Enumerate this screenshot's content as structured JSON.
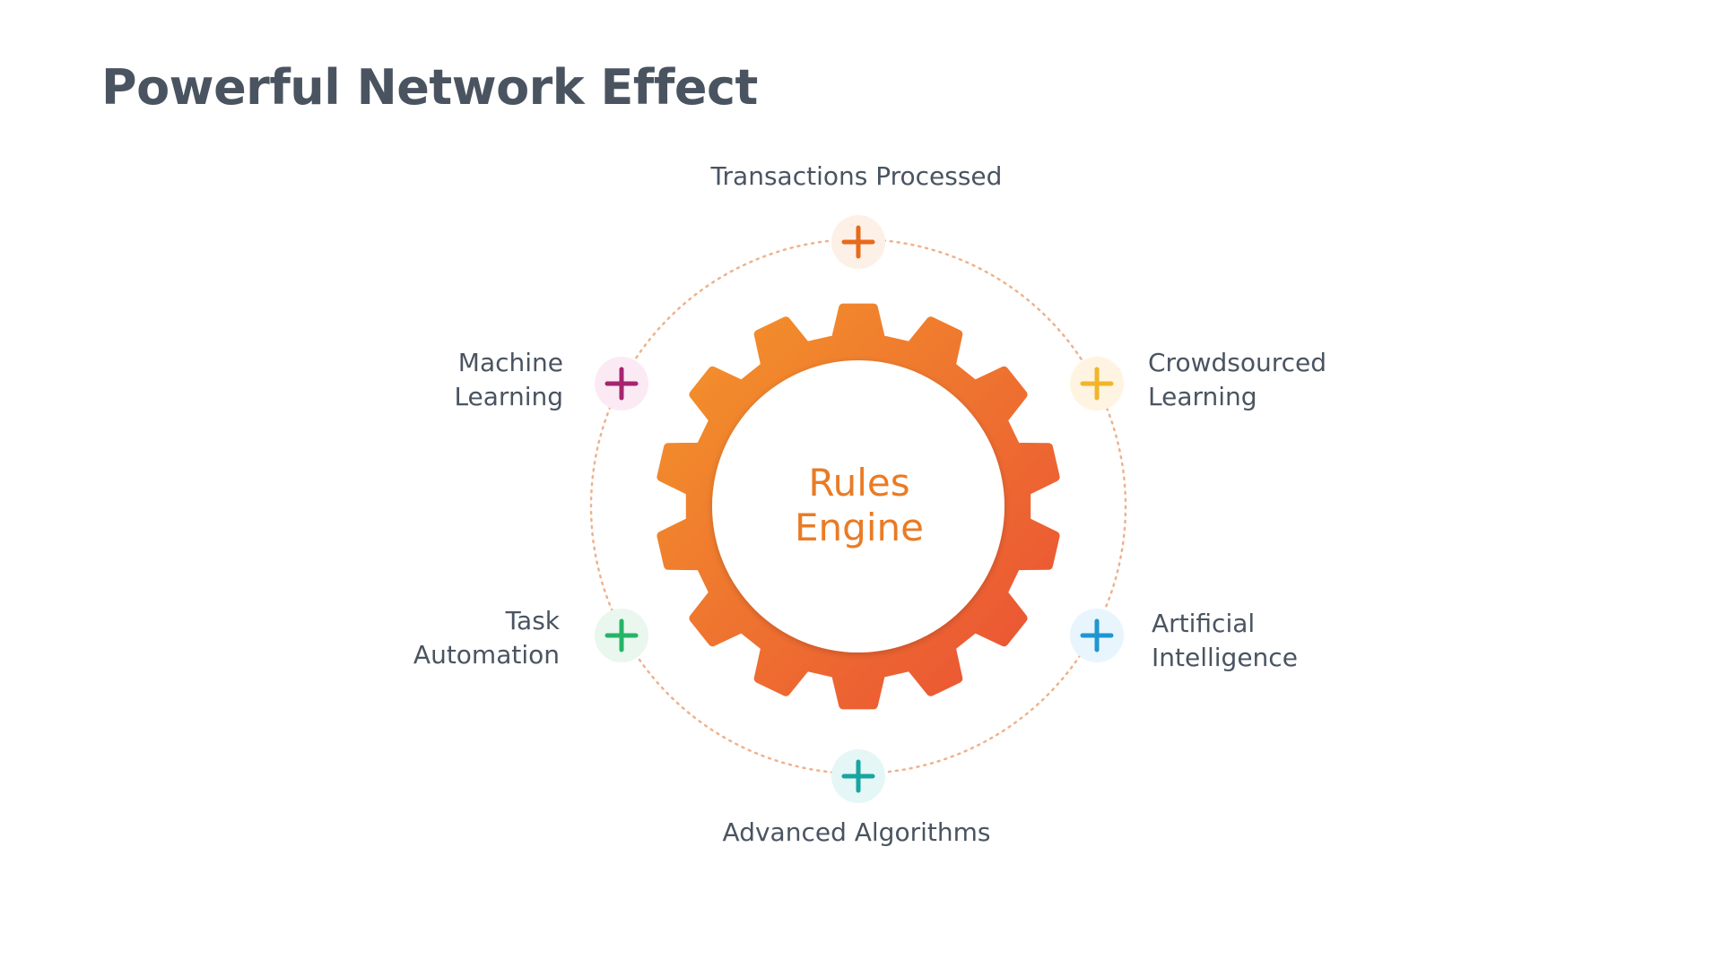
{
  "title": "Powerful Network Effect",
  "center": {
    "line1": "Rules",
    "line2": "Engine"
  },
  "nodes": {
    "top": {
      "lines": [
        "Transactions Processed"
      ],
      "icon": "plus-icon",
      "color": "#e86a1c",
      "bg": "#fdf0e6"
    },
    "right_upper": {
      "lines": [
        "Crowdsourced",
        "Learning"
      ],
      "icon": "plus-icon",
      "color": "#f2b42b",
      "bg": "#fef4e1"
    },
    "right_lower": {
      "lines": [
        "Artificial",
        "Intelligence"
      ],
      "icon": "plus-icon",
      "color": "#1f96d1",
      "bg": "#e8f5fc"
    },
    "bottom": {
      "lines": [
        "Advanced Algorithms"
      ],
      "icon": "plus-icon",
      "color": "#18a5a2",
      "bg": "#e5f6f6"
    },
    "left_lower": {
      "lines": [
        "Task",
        "Automation"
      ],
      "icon": "plus-icon",
      "color": "#26b466",
      "bg": "#e9f7ef"
    },
    "left_upper": {
      "lines": [
        "Machine",
        "Learning"
      ],
      "icon": "plus-icon",
      "color": "#a5256f",
      "bg": "#fbeaf4"
    }
  },
  "colors": {
    "title": "#4a5461",
    "label": "#4a5461",
    "center_text": "#ea7b24",
    "gear_start": "#f3962a",
    "gear_end": "#ea4f35",
    "ring": "#eeb28c"
  }
}
